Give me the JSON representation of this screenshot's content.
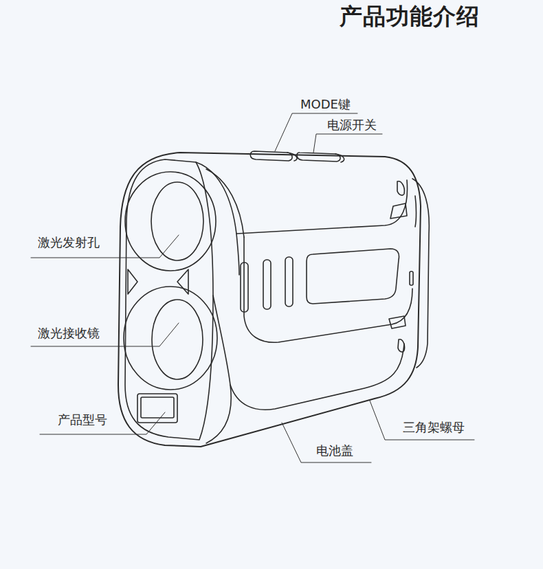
{
  "diagram": {
    "title": "产品功能介绍",
    "labels": [
      "MODE键",
      "电源开关",
      "激光发射孔",
      "激光接收镜",
      "产品型号",
      "三角架螺母",
      "电池盖"
    ]
  }
}
